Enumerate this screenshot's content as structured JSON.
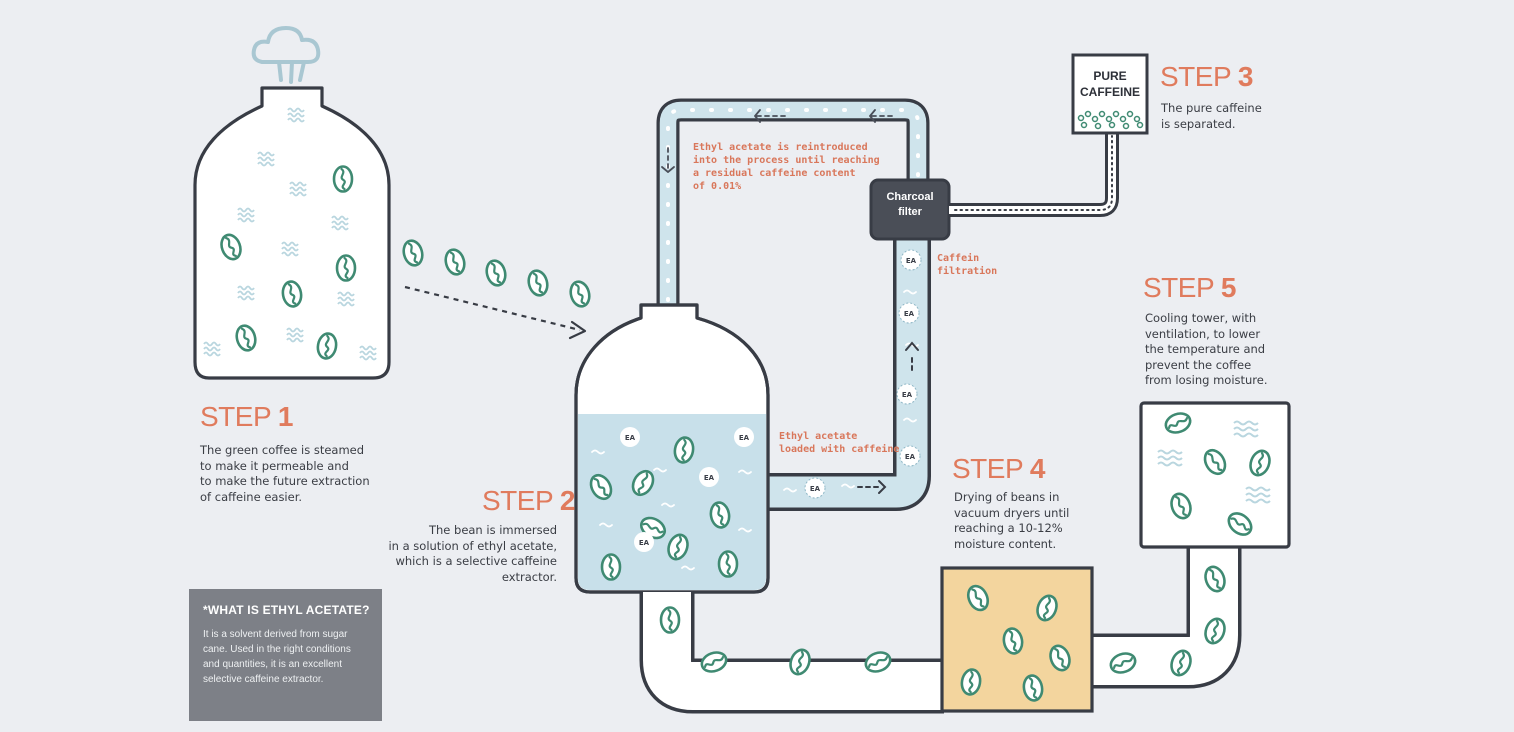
{
  "steps": [
    {
      "label": "STEP",
      "number": "1",
      "description": "The green coffee is steamed\nto make it permeable and\nto make the future extraction\nof caffeine easier."
    },
    {
      "label": "STEP",
      "number": "2",
      "description": "The bean is immersed\nin a solution of ethyl acetate,\nwhich is a selective caffeine\nextractor."
    },
    {
      "label": "STEP",
      "number": "3",
      "description": "The pure caffeine\nis separated."
    },
    {
      "label": "STEP",
      "number": "4",
      "description": "Drying of beans in\nvacuum dryers until\nreaching a 10-12%\nmoisture content."
    },
    {
      "label": "STEP",
      "number": "5",
      "description": "Cooling tower, with\nventilation, to lower\nthe temperature and\nprevent the coffee\nfrom losing moisture."
    }
  ],
  "annotations": {
    "reintroduced": "Ethyl acetate is reintroduced\ninto the process until reaching\na residual caffeine content\nof 0.01%",
    "loaded": "Ethyl acetate\nloaded with caffeine",
    "filtration": "Caffein\nfiltration"
  },
  "boxes": {
    "charcoal_filter": "Charcoal\nfilter",
    "pure_caffeine": "PURE\nCAFFEINE"
  },
  "molecule_label": "EA",
  "info_box": {
    "title": "*WHAT IS ETHYL ACETATE?",
    "text": "It is a solvent derived from sugar cane. Used in the right conditions and quantities, it is an excellent selective caffeine extractor."
  },
  "colors": {
    "background": "#eceef2",
    "outline": "#383c45",
    "bean": "#3f8a72",
    "liquid": "#c8e0ea",
    "accent": "#e07b5d",
    "dryer": "#f3d59e",
    "info_box": "#7d8087"
  }
}
